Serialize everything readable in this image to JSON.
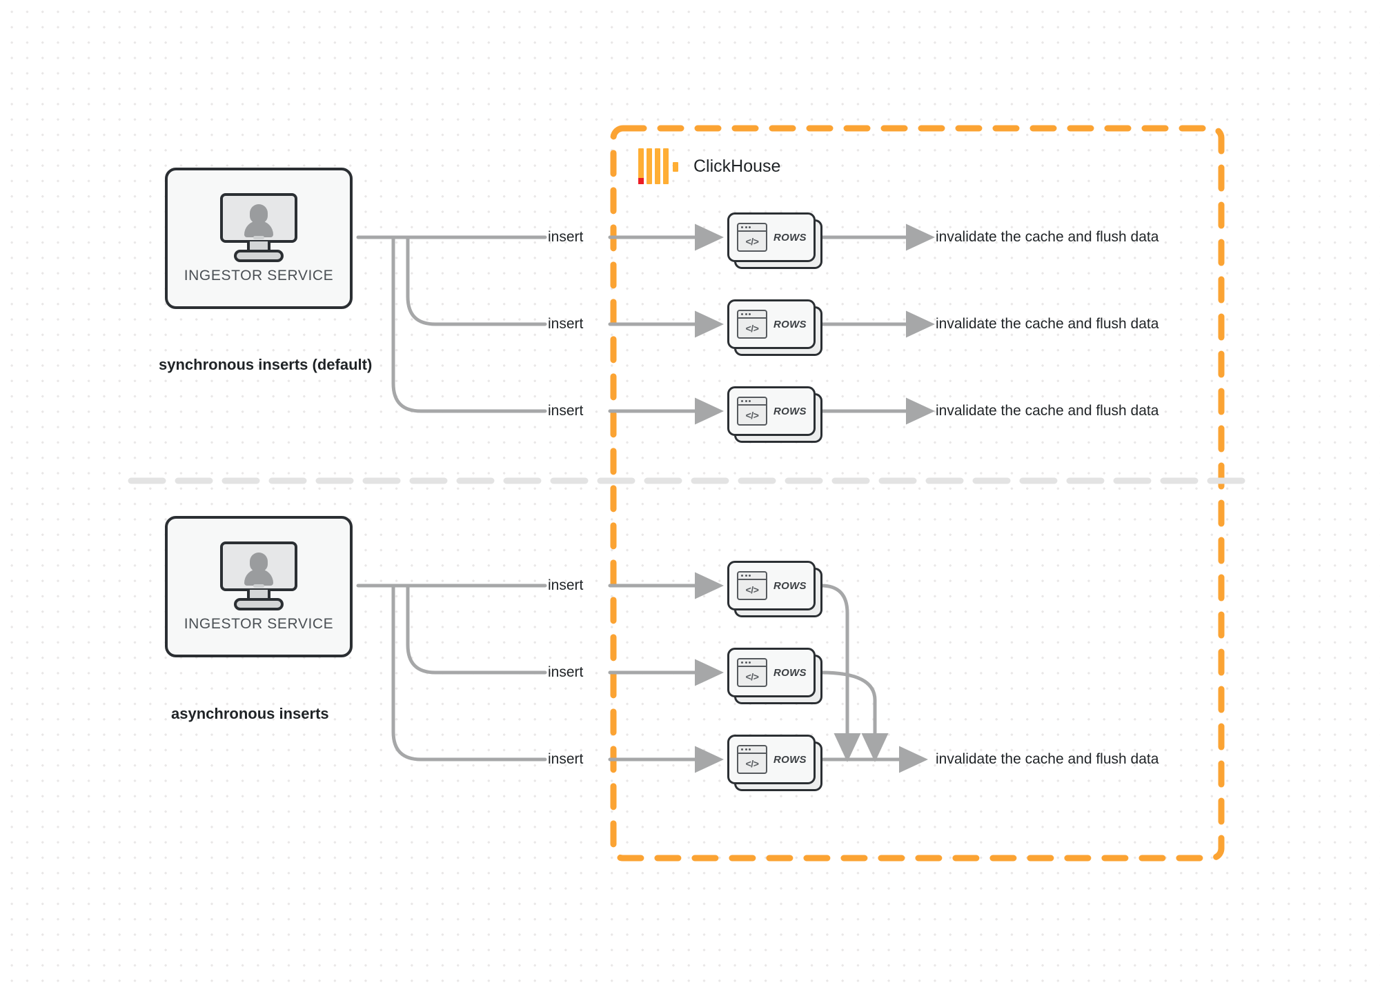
{
  "diagram": {
    "title": "ClickHouse synchronous vs asynchronous inserts",
    "background": "#ffffff",
    "dot_grid_color": "#e9e7e7"
  },
  "brand": {
    "name": "ClickHouse",
    "logo_icon": "clickhouse-bars-logo",
    "bar_color": "#ffae34",
    "accent_color": "#ec1c24"
  },
  "boundary": {
    "label": "ClickHouse",
    "style": "dashed",
    "color": "#fba333"
  },
  "sections": [
    {
      "id": "sync",
      "caption": "synchronous inserts (default)",
      "service": {
        "label": "INGESTOR SERVICE",
        "icon": "monitor-user-icon"
      },
      "flows": [
        {
          "edge_label": "insert",
          "node_label": "ROWS",
          "node_icon": "code-window-icon",
          "result": "invalidate the cache and flush data"
        },
        {
          "edge_label": "insert",
          "node_label": "ROWS",
          "node_icon": "code-window-icon",
          "result": "invalidate the cache and flush data"
        },
        {
          "edge_label": "insert",
          "node_label": "ROWS",
          "node_icon": "code-window-icon",
          "result": "invalidate the cache and flush data"
        }
      ]
    },
    {
      "id": "async",
      "caption": "asynchronous inserts",
      "service": {
        "label": "INGESTOR SERVICE",
        "icon": "monitor-user-icon"
      },
      "flows": [
        {
          "edge_label": "insert",
          "node_label": "ROWS",
          "node_icon": "code-window-icon"
        },
        {
          "edge_label": "insert",
          "node_label": "ROWS",
          "node_icon": "code-window-icon"
        },
        {
          "edge_label": "insert",
          "node_label": "ROWS",
          "node_icon": "code-window-icon"
        }
      ],
      "merged_result": "invalidate the cache and flush data"
    }
  ],
  "icons": {
    "code_glyph": "</>"
  },
  "colors": {
    "wire": "#a6a7a8",
    "node_border": "#2b2f33",
    "node_fill": "#f7f8f8",
    "divider": "#e3e3e3"
  }
}
